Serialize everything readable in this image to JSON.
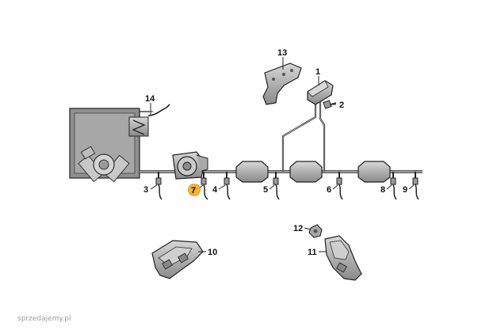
{
  "callouts": [
    {
      "id": "1",
      "label": "1"
    },
    {
      "id": "2",
      "label": "2"
    },
    {
      "id": "3",
      "label": "3"
    },
    {
      "id": "4",
      "label": "4"
    },
    {
      "id": "5",
      "label": "5"
    },
    {
      "id": "6",
      "label": "6"
    },
    {
      "id": "7",
      "label": "7"
    },
    {
      "id": "8",
      "label": "8"
    },
    {
      "id": "9",
      "label": "9"
    },
    {
      "id": "10",
      "label": "10"
    },
    {
      "id": "11",
      "label": "11"
    },
    {
      "id": "12",
      "label": "12"
    },
    {
      "id": "13",
      "label": "13"
    },
    {
      "id": "14",
      "label": "14"
    }
  ],
  "highlight_callout": "7",
  "watermark": "sprzedajemy.pl",
  "colors": {
    "part_fill": "#b8b8b8",
    "part_dark": "#7d7d7d",
    "outline": "#222222",
    "engine_fill": "#9e9e9e",
    "highlight": "#f2b233",
    "background": "#ffffff"
  }
}
